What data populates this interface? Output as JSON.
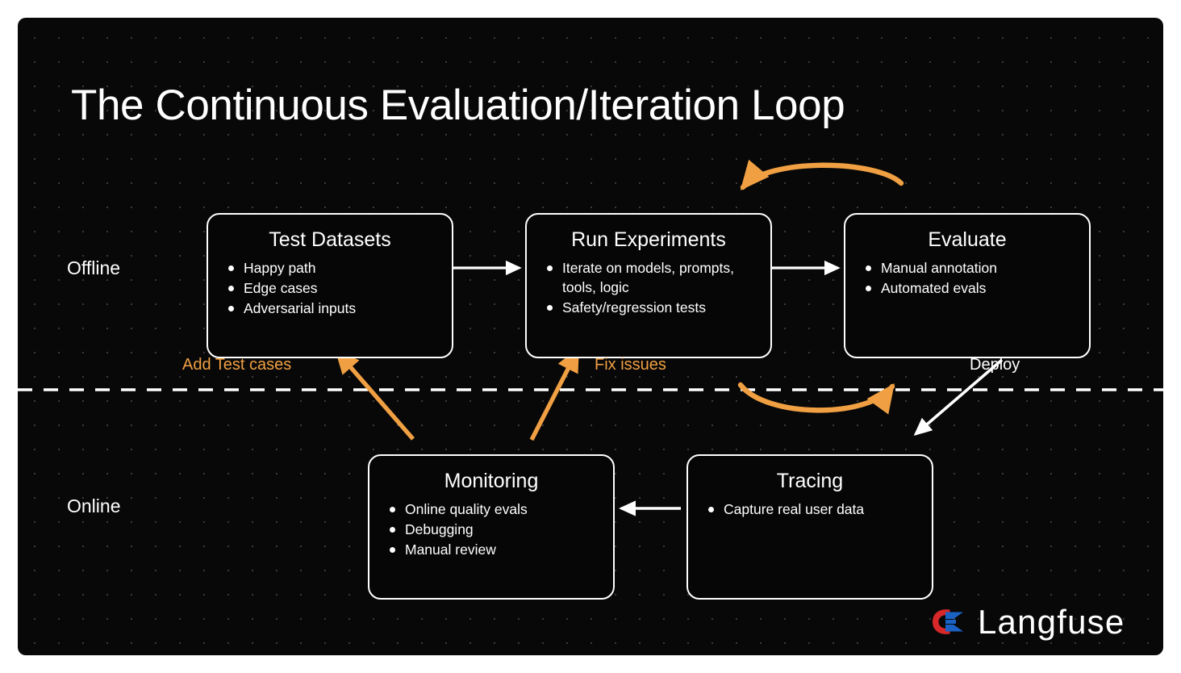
{
  "diagram": {
    "title": "The Continuous Evaluation/Iteration Loop",
    "background_color": "#080808",
    "accent_color": "#f0a043",
    "line_color": "#ffffff"
  },
  "phases": [
    {
      "name": "offline",
      "label": "Offline"
    },
    {
      "name": "online",
      "label": "Online"
    }
  ],
  "nodes": [
    {
      "id": "test-datasets",
      "title": "Test Datasets",
      "items": [
        "Happy path",
        "Edge cases",
        "Adversarial inputs"
      ]
    },
    {
      "id": "run-experiments",
      "title": "Run Experiments",
      "items": [
        "Iterate on models, prompts, tools, logic",
        "Safety/regression tests"
      ]
    },
    {
      "id": "evaluate",
      "title": "Evaluate",
      "items": [
        "Manual annotation",
        "Automated evals"
      ]
    },
    {
      "id": "monitoring",
      "title": "Monitoring",
      "items": [
        "Online quality evals",
        "Debugging",
        "Manual review"
      ]
    },
    {
      "id": "tracing",
      "title": "Tracing",
      "items": [
        "Capture real user data"
      ]
    }
  ],
  "edges": [
    {
      "id": "test-to-run",
      "label": "",
      "color": "#ffffff",
      "style": "solid"
    },
    {
      "id": "run-to-evaluate",
      "label": "",
      "color": "#ffffff",
      "style": "solid"
    },
    {
      "id": "evaluate-to-run-loop-top",
      "label": "",
      "color": "#f0a043",
      "style": "curved"
    },
    {
      "id": "run-to-evaluate-loop-bottom",
      "label": "",
      "color": "#f0a043",
      "style": "curved"
    },
    {
      "id": "evaluate-to-tracing",
      "label": "Deploy",
      "color": "#ffffff",
      "style": "solid"
    },
    {
      "id": "tracing-to-monitoring",
      "label": "",
      "color": "#ffffff",
      "style": "solid"
    },
    {
      "id": "monitoring-to-test-datasets",
      "label": "Add Test cases",
      "color": "#f0a043",
      "style": "solid"
    },
    {
      "id": "monitoring-to-run-experiments",
      "label": "Fix issues",
      "color": "#f0a043",
      "style": "solid"
    }
  ],
  "divider": {
    "style": "dashed",
    "color": "#ffffff"
  },
  "logo": {
    "text": "Langfuse",
    "mark_colors": {
      "red": "#d62828",
      "blue": "#1a62c4"
    }
  }
}
